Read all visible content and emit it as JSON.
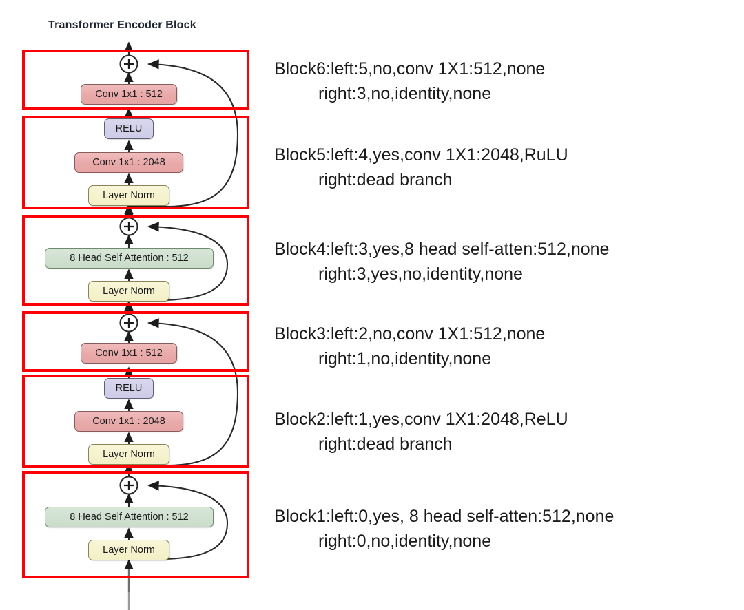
{
  "diagram": {
    "title": "Transformer Encoder Block",
    "accent_red": "#fb0007",
    "blocks": [
      {
        "id": "block6",
        "nodes": [
          {
            "name": "conv-512",
            "label": "Conv 1x1 : 512",
            "kind": "conv"
          }
        ],
        "has_sum": true
      },
      {
        "id": "block5",
        "nodes": [
          {
            "name": "relu",
            "label": "RELU",
            "kind": "relu"
          },
          {
            "name": "conv-2048",
            "label": "Conv 1x1 : 2048",
            "kind": "conv"
          },
          {
            "name": "layer-norm",
            "label": "Layer Norm",
            "kind": "lnorm"
          }
        ],
        "has_sum": false
      },
      {
        "id": "block4",
        "nodes": [
          {
            "name": "self-attention-512",
            "label": "8 Head Self Attention : 512",
            "kind": "attn"
          },
          {
            "name": "layer-norm",
            "label": "Layer Norm",
            "kind": "lnorm"
          }
        ],
        "has_sum": true
      },
      {
        "id": "block3",
        "nodes": [
          {
            "name": "conv-512",
            "label": "Conv 1x1 : 512",
            "kind": "conv"
          }
        ],
        "has_sum": true
      },
      {
        "id": "block2",
        "nodes": [
          {
            "name": "relu",
            "label": "RELU",
            "kind": "relu"
          },
          {
            "name": "conv-2048",
            "label": "Conv 1x1 : 2048",
            "kind": "conv"
          },
          {
            "name": "layer-norm",
            "label": "Layer Norm",
            "kind": "lnorm"
          }
        ],
        "has_sum": false
      },
      {
        "id": "block1",
        "nodes": [
          {
            "name": "self-attention-512",
            "label": "8 Head Self Attention : 512",
            "kind": "attn"
          },
          {
            "name": "layer-norm",
            "label": "Layer Norm",
            "kind": "lnorm"
          }
        ],
        "has_sum": true
      }
    ]
  },
  "annotations": [
    {
      "name": "block6-spec",
      "line1": "Block6:left:5,no,conv 1X1:512,none",
      "line2": "right:3,no,identity,none"
    },
    {
      "name": "block5-spec",
      "line1": "Block5:left:4,yes,conv 1X1:2048,RuLU",
      "line2": "right:dead branch"
    },
    {
      "name": "block4-spec",
      "line1": "Block4:left:3,yes,8 head self-atten:512,none",
      "line2": "right:3,yes,no,identity,none"
    },
    {
      "name": "block3-spec",
      "line1": "Block3:left:2,no,conv 1X1:512,none",
      "line2": "right:1,no,identity,none"
    },
    {
      "name": "block2-spec",
      "line1": "Block2:left:1,yes,conv 1X1:2048,ReLU",
      "line2": "right:dead branch"
    },
    {
      "name": "block1-spec",
      "line1": "Block1:left:0,yes, 8 head self-atten:512,none",
      "line2": "right:0,no,identity,none"
    }
  ],
  "layout": {
    "node_labels": {
      "conv512": "Conv 1x1 : 512",
      "conv2048": "Conv 1x1 : 2048",
      "relu": "RELU",
      "layer_norm": "Layer Norm",
      "attention": "8 Head Self Attention : 512"
    }
  }
}
